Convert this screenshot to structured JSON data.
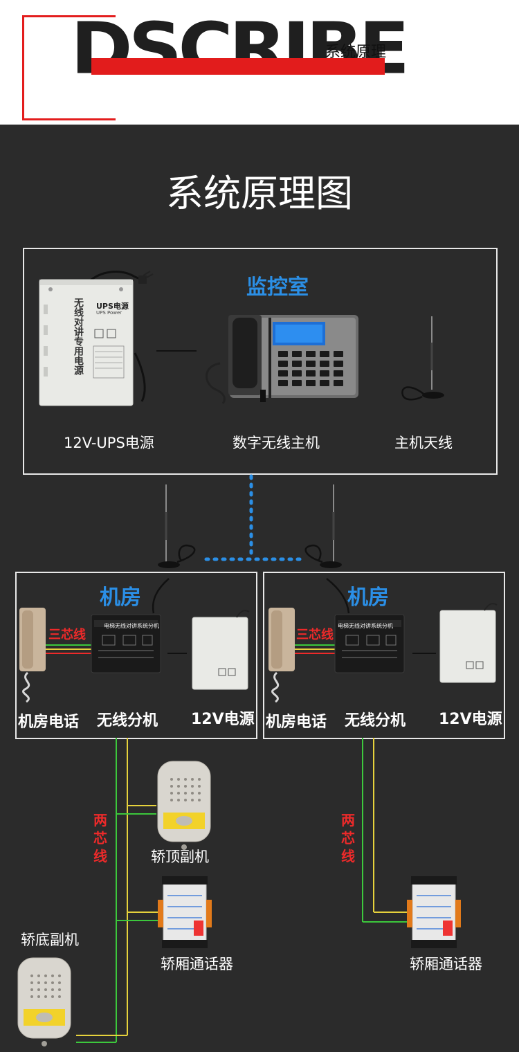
{
  "header": {
    "word": "DSCRIBE",
    "subtitle": "系统原理"
  },
  "title": "系统原理图",
  "monitor_room": {
    "title": "监控室",
    "ups": {
      "label": "12V-UPS电源",
      "device_tag": "UPS电源",
      "device_tag_en": "UPS Power",
      "side_text": "无线对讲专用电源"
    },
    "host": {
      "label": "数字无线主机"
    },
    "antenna": {
      "label": "主机天线"
    }
  },
  "machine_rooms": [
    {
      "title": "机房",
      "cable_label": "三芯线",
      "phone_label": "机房电话",
      "unit_label": "无线分机",
      "unit_tag": "电梯无线对讲系统分机",
      "power_label": "12V电源"
    },
    {
      "title": "机房",
      "cable_label": "三芯线",
      "phone_label": "机房电话",
      "unit_label": "无线分机",
      "unit_tag": "电梯无线对讲系统分机",
      "power_label": "12V电源"
    }
  ],
  "left_shaft": {
    "cable_label": "两芯线",
    "car_top_label": "轿顶副机",
    "car_phone_label": "轿厢通话器",
    "pit_label": "轿底副机"
  },
  "right_shaft": {
    "cable_label": "两芯线",
    "car_phone_label": "轿厢通话器"
  },
  "colors": {
    "background": "#2b2b2b",
    "accent_red": "#e21c1c",
    "title_blue": "#2b8fe6",
    "dotted_blue": "#2b8fe6",
    "wire_green": "#3cc83c",
    "wire_yellow": "#e6d23c"
  }
}
